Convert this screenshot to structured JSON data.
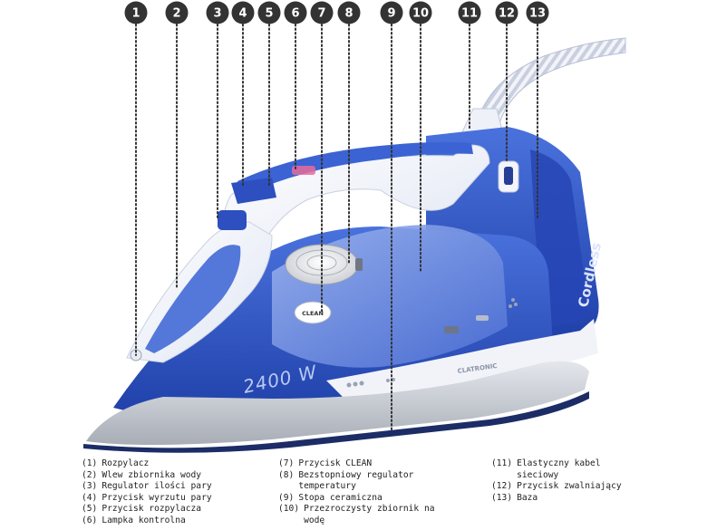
{
  "product": {
    "power_label": "2400 W",
    "side_label": "Cordless",
    "clean_button_label": "CLEAN",
    "brand_label": "CLATRONIC"
  },
  "callouts": [
    {
      "number": "1"
    },
    {
      "number": "2"
    },
    {
      "number": "3"
    },
    {
      "number": "4"
    },
    {
      "number": "5"
    },
    {
      "number": "6"
    },
    {
      "number": "7"
    },
    {
      "number": "8"
    },
    {
      "number": "9"
    },
    {
      "number": "10"
    },
    {
      "number": "11"
    },
    {
      "number": "12"
    },
    {
      "number": "13"
    }
  ],
  "legend": {
    "col1": [
      {
        "num": "(1)",
        "text": "Rozpylacz"
      },
      {
        "num": "(2)",
        "text": "Wlew zbiornika wody"
      },
      {
        "num": "(3)",
        "text": "Regulator ilości pary"
      },
      {
        "num": "(4)",
        "text": "Przycisk wyrzutu pary"
      },
      {
        "num": "(5)",
        "text": "Przycisk rozpylacza"
      },
      {
        "num": "(6)",
        "text": "Lampka kontrolna"
      }
    ],
    "col2": [
      {
        "num": "(7)",
        "text": "Przycisk CLEAN"
      },
      {
        "num": "(8)",
        "text": "Bezstopniowy regulator temperatury"
      },
      {
        "num": "(9)",
        "text": "Stopa ceramiczna"
      },
      {
        "num": "(10)",
        "text": "Przezroczysty zbiornik na wodę"
      }
    ],
    "col3": [
      {
        "num": "(11)",
        "text": "Elastyczny kabel sieciowy"
      },
      {
        "num": "(12)",
        "text": "Przycisk zwalniający"
      },
      {
        "num": "(13)",
        "text": "Baza"
      }
    ]
  },
  "colors": {
    "marker_fill": "#333333",
    "marker_text": "#ffffff",
    "iron_blue": "#2f56c4",
    "iron_blue_light": "#6f8fe0",
    "iron_white": "#f4f6fb",
    "soleplate": "#cfd3da",
    "leader_line": "#333333"
  }
}
